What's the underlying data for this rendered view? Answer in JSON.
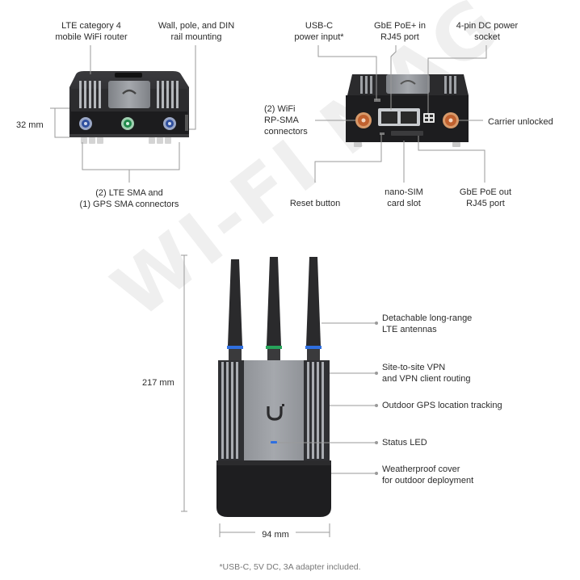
{
  "top_left": {
    "lte_router": "LTE category 4\nmobile WiFi router",
    "mounting": "Wall, pole, and DIN\nrail mounting",
    "height_dim": "32 mm",
    "sma_connectors": "(2) LTE SMA and\n(1) GPS SMA connectors"
  },
  "top_right": {
    "usbc": "USB-C\npower input*",
    "gbe_poe_in": "GbE PoE+ in\nRJ45 port",
    "dc_socket": "4-pin DC power\nsocket",
    "wifi_connectors": "(2) WiFi\nRP-SMA\nconnectors",
    "carrier": "Carrier unlocked",
    "reset": "Reset button",
    "nanosim": "nano-SIM\ncard slot",
    "gbe_poe_out": "GbE PoE out\nRJ45 port"
  },
  "bottom": {
    "height_dim": "217 mm",
    "width_dim": "94 mm",
    "antennas": "Detachable long-range\nLTE antennas",
    "vpn": "Site-to-site VPN\nand VPN client routing",
    "gps": "Outdoor GPS location tracking",
    "status_led": "Status LED",
    "cover": "Weatherproof cover\nfor outdoor deployment"
  },
  "watermark": "WI-FI MAG",
  "footnote": "*USB-C, 5V DC, 3A adapter included.",
  "colors": {
    "body_dark": "#2a2a2c",
    "body_grey": "#8e9196",
    "fin": "#b9bcc0",
    "blue_accent": "#2f6fe0",
    "green_accent": "#27a35a",
    "copper": "#c0612f",
    "leader_line": "#9a9a9a"
  }
}
